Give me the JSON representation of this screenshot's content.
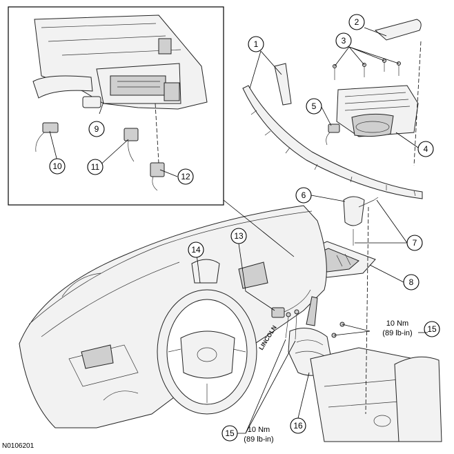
{
  "figure_id": "N0106201",
  "callouts": [
    "1",
    "2",
    "3",
    "4",
    "5",
    "6",
    "7",
    "8",
    "9",
    "10",
    "11",
    "12",
    "13",
    "14",
    "15",
    "16"
  ],
  "torque_spec": {
    "metric": "10 Nm",
    "imperial": "(89 lb-in)"
  },
  "brand_text": "LINCOLN",
  "colors": {
    "line": "#000000",
    "part_fill": "#f2f2f2",
    "shade": "#cfcfcf"
  }
}
